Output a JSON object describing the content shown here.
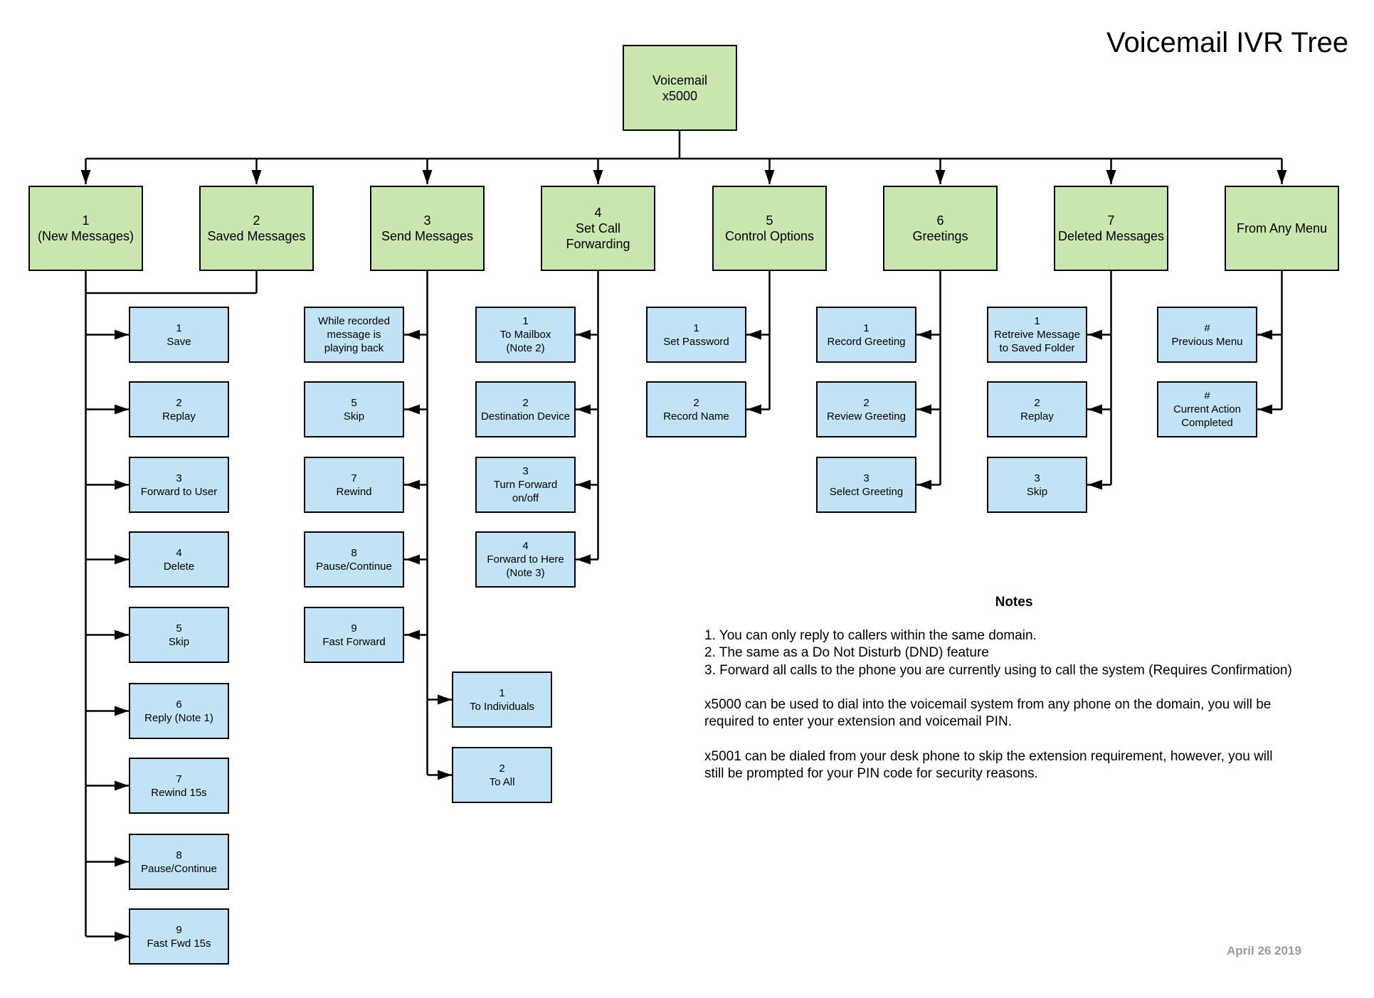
{
  "title": "Voicemail IVR Tree",
  "root": {
    "label": "Voicemail\nx5000"
  },
  "menus": [
    {
      "id": "new-messages",
      "label": "1\n(New Messages)"
    },
    {
      "id": "saved-messages",
      "label": "2\nSaved Messages"
    },
    {
      "id": "send-messages",
      "label": "3\nSend Messages"
    },
    {
      "id": "set-call-forwarding",
      "label": "4\nSet Call\nForwarding"
    },
    {
      "id": "control-options",
      "label": "5\nControl Options"
    },
    {
      "id": "greetings",
      "label": "6\nGreetings"
    },
    {
      "id": "deleted-messages",
      "label": "7\nDeleted Messages"
    },
    {
      "id": "from-any-menu",
      "label": "From Any Menu"
    }
  ],
  "message_options": [
    "1\nSave",
    "2\nReplay",
    "3\nForward to User",
    "4\nDelete",
    "5\nSkip",
    "6\nReply (Note 1)",
    "7\nRewind 15s",
    "8\nPause/Continue",
    "9\nFast Fwd 15s"
  ],
  "send_playback_options": [
    "While recorded\nmessage is\nplaying back",
    "5\nSkip",
    "7\nRewind",
    "8\nPause/Continue",
    "9\nFast Forward"
  ],
  "send_targets": [
    "1\nTo Individuals",
    "2\nTo All"
  ],
  "forwarding_options": [
    "1\nTo Mailbox\n(Note 2)",
    "2\nDestination Device",
    "3\nTurn Forward\non/off",
    "4\nForward to Here\n(Note 3)"
  ],
  "control_options": [
    "1\nSet Password",
    "2\nRecord Name"
  ],
  "greeting_options": [
    "1\nRecord Greeting",
    "2\nReview Greeting",
    "3\nSelect Greeting"
  ],
  "deleted_options": [
    "1\nRetreive Message\nto Saved Folder",
    "2\nReplay",
    "3\nSkip"
  ],
  "any_menu_options": [
    "#\nPrevious Menu",
    "#\nCurrent Action\nCompleted"
  ],
  "notes": {
    "heading": "Notes",
    "body": "1. You can only reply to callers within the same domain.\n2. The same as a Do Not Disturb (DND) feature\n3. Forward all calls to the phone you are currently using to call the system (Requires Confirmation)\n\nx5000 can be used to dial into the voicemail system from any phone on the domain, you will be\nrequired to enter your extension and voicemail PIN.\n\nx5001 can be dialed from your desk phone to skip the extension requirement, however, you will\nstill be prompted for your PIN code for security reasons."
  },
  "date": "April 26 2019"
}
